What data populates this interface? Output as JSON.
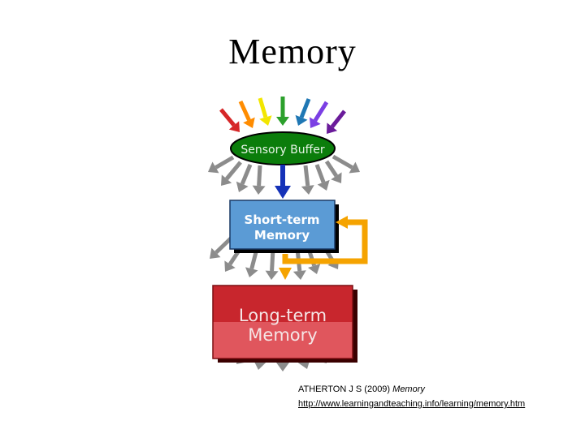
{
  "slide": {
    "title": "Memory"
  },
  "diagram": {
    "sensory_buffer": {
      "label": "Sensory Buffer",
      "fill": "#0b7d0b",
      "text_color": "#e8f5e8"
    },
    "short_term": {
      "line1": "Short-term",
      "line2": "Memory",
      "fill": "#5b9bd5",
      "text_color": "#ffffff"
    },
    "long_term": {
      "line1": "Long-term",
      "line2": "Memory",
      "fill_top": "#c8262d",
      "fill_bottom": "#e0565d",
      "text_color": "#f5e6e6"
    },
    "input_arrow_colors": [
      "#d62728",
      "#ff8c00",
      "#f2e600",
      "#2ca02c",
      "#1f77b4",
      "#7b3fe4",
      "#6a1b9a"
    ],
    "loss_arrow_color": "#8c8c8c",
    "flow_arrow_color": "#1532b8",
    "rehearsal_arrow_color": "#f5a300"
  },
  "citation": {
    "author": "ATHERTON J S (2009)",
    "title": "Memory",
    "url": "http://www.learningandteaching.info/learning/memory.htm"
  }
}
